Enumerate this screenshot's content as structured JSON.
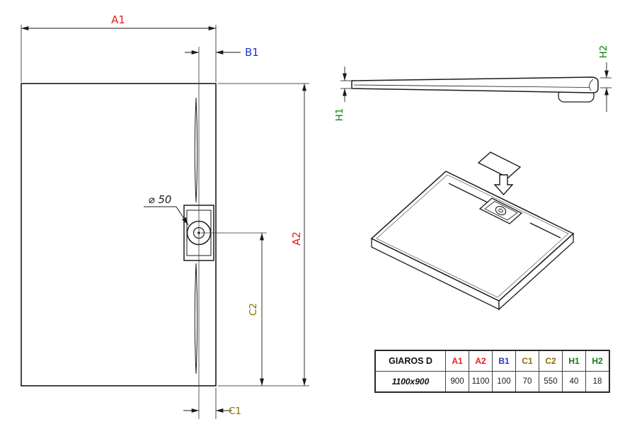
{
  "drawing": {
    "title_implied": "shower tray technical drawing",
    "dimensions": {
      "a1": "A1",
      "a2": "A2",
      "b1": "B1",
      "c1": "C1",
      "c2": "C2",
      "h1": "H1",
      "h2": "H2",
      "drain_diameter": "⌀ 50"
    },
    "colors": {
      "a_labels": "#e32119",
      "b_labels": "#2038c8",
      "c_labels": "#8a6d00",
      "h_labels": "#0f7d0f",
      "lines": "#1a1a1a"
    }
  },
  "table": {
    "model": "GIAROS D",
    "size": "1100x900",
    "columns": [
      "A1",
      "A2",
      "B1",
      "C1",
      "C2",
      "H1",
      "H2"
    ],
    "values": [
      "900",
      "1100",
      "100",
      "70",
      "550",
      "40",
      "18"
    ]
  }
}
